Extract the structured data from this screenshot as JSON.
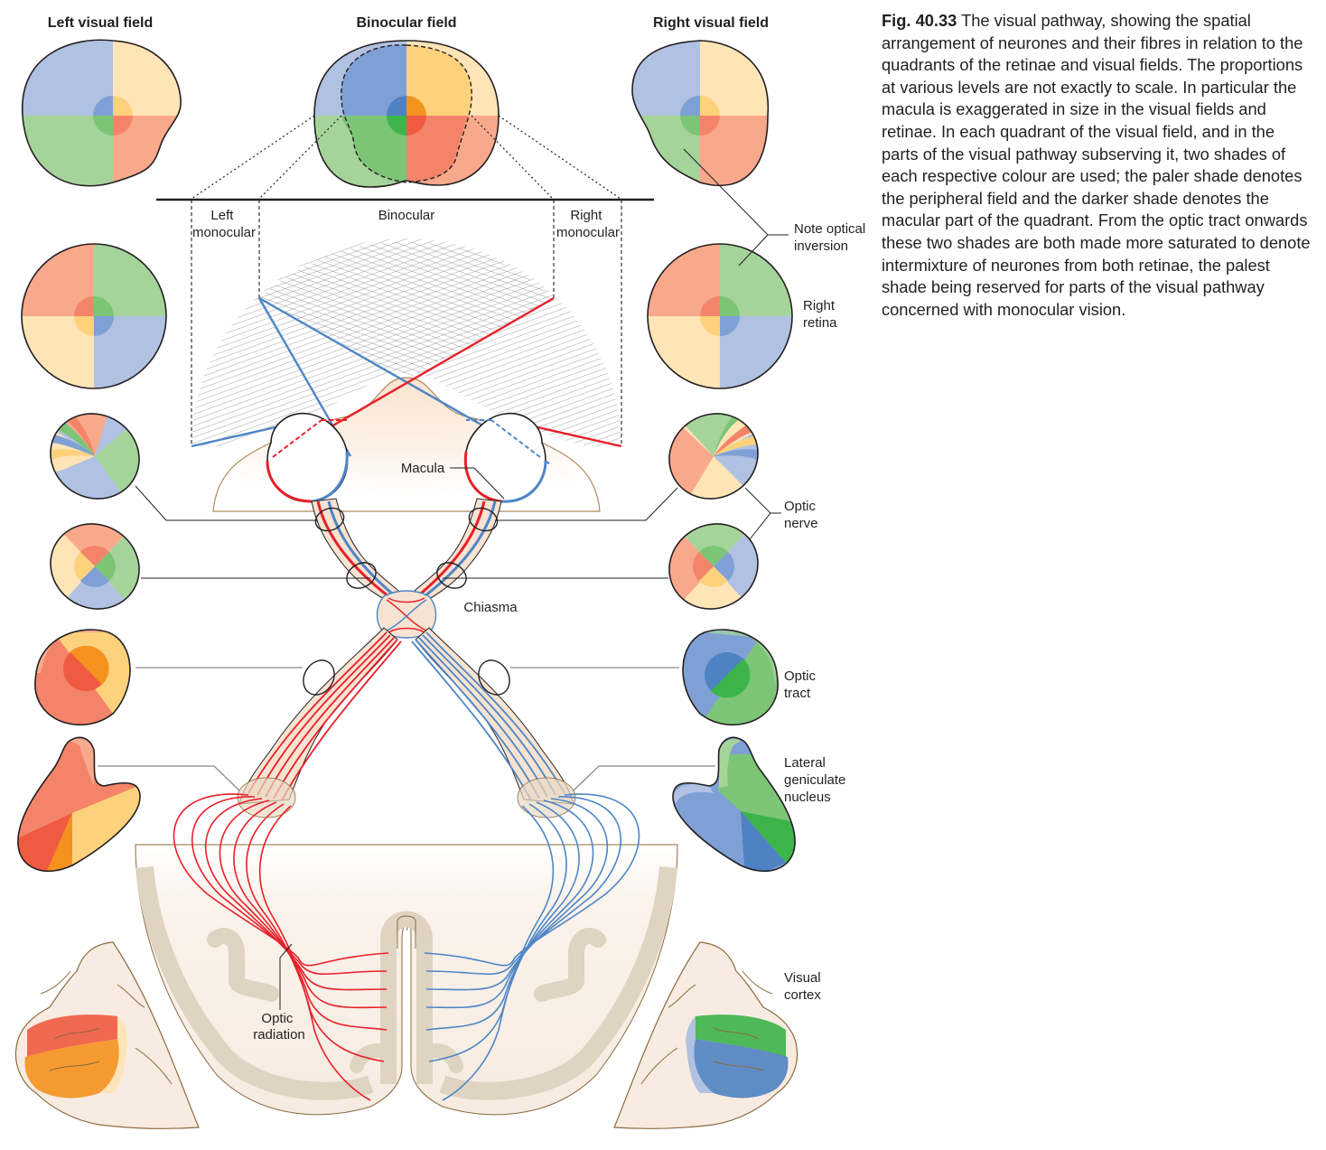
{
  "headers": {
    "left_visual_field": "Left visual field",
    "binocular_field": "Binocular field",
    "right_visual_field": "Right visual field"
  },
  "field_zones": {
    "left_monocular": [
      "Left",
      "monocular"
    ],
    "binocular": "Binocular",
    "right_monocular": [
      "Right",
      "monocular"
    ]
  },
  "labels": {
    "note_optical_inversion": [
      "Note optical",
      "inversion"
    ],
    "right_retina": [
      "Right",
      "retina"
    ],
    "macula": "Macula",
    "optic_nerve": [
      "Optic",
      "nerve"
    ],
    "chiasma": "Chiasma",
    "optic_tract": [
      "Optic",
      "tract"
    ],
    "lateral_geniculate_nucleus": [
      "Lateral",
      "geniculate",
      "nucleus"
    ],
    "visual_cortex": [
      "Visual",
      "cortex"
    ],
    "optic_radiation": [
      "Optic",
      "radiation"
    ]
  },
  "caption": {
    "figure_number": "Fig. 40.33",
    "text": "The visual pathway, showing the spatial arrangement of neurones and their fibres in relation to the quadrants of the retinae and visual fields. The proportions at various levels are not exactly to scale. In particular the macula is exaggerated in size in the visual fields and retinae. In each quadrant of the visual field, and in the parts of the visual pathway subserving it, two shades of each respective colour are used; the paler shade denotes the peripheral field and the darker shade denotes the macular part of the quadrant. From the optic tract onwards these two shades are both made more saturated to denote intermixture of neurones from both retinae, the palest shade being reserved for parts of the visual pathway concerned with monocular vision."
  },
  "colors": {
    "blue_pale": "#b0c1e2",
    "blue_mid": "#7fa0d4",
    "blue_dark": "#4f82c3",
    "yellow_pale": "#fee4b6",
    "yellow_mid": "#fed27d",
    "orange_dark": "#f4921f",
    "green_pale": "#a5d49b",
    "green_mid": "#7dc576",
    "green_dark": "#3cb44a",
    "red_pale": "#f8a98c",
    "red_mid": "#f3846a",
    "red_dark": "#ef5a41",
    "fibre_red": "#e8202a",
    "fibre_blue": "#4e86c6",
    "skin": "#f9dcc6",
    "brain_fill": "#f7ebe1",
    "brain_grey": "#dfd3c1",
    "brain_outline": "#8b6a3e"
  }
}
